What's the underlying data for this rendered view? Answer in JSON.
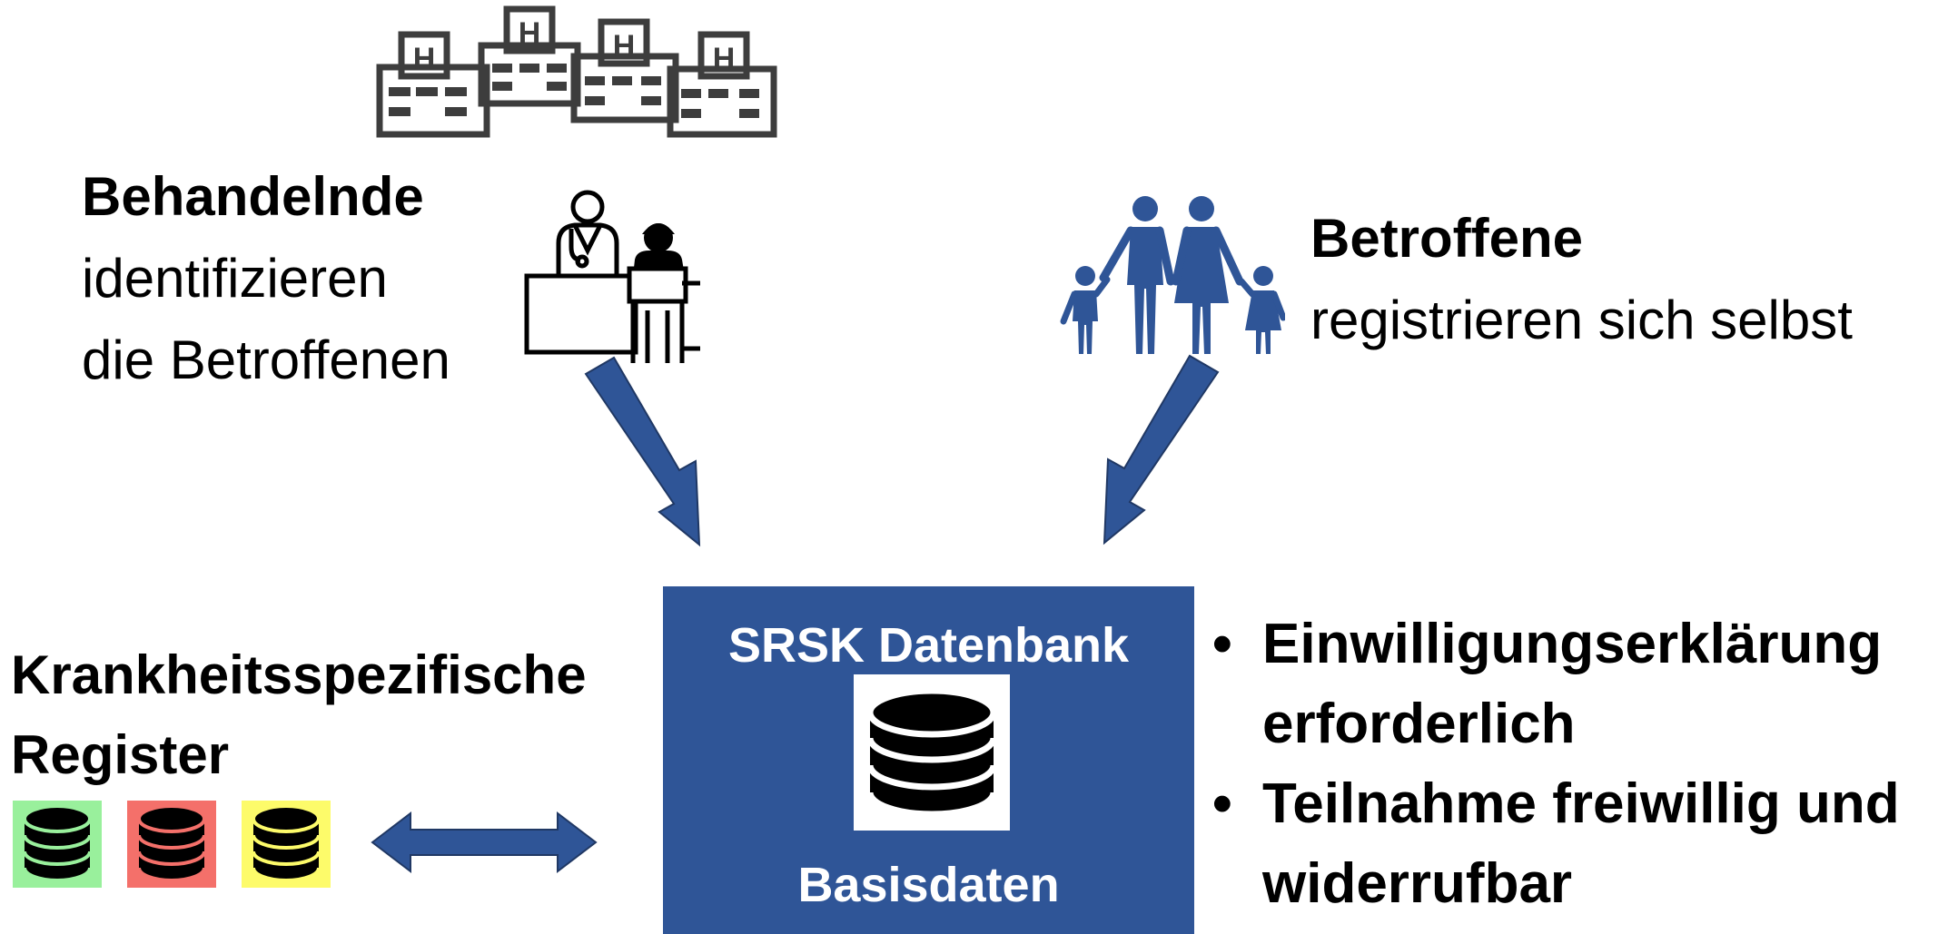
{
  "treating": {
    "title": "Behandelnde",
    "line1": "identifizieren",
    "line2": "die Betroffenen"
  },
  "affected": {
    "title": "Betroffene",
    "line1": "registrieren sich selbst"
  },
  "registries": {
    "line1": "Krankheitsspezifische",
    "line2": "Register",
    "colors": [
      "#99f09c",
      "#f4706a",
      "#fdfb6a"
    ]
  },
  "database": {
    "title": "SRSK Datenbank",
    "subtitle": "Basisdaten",
    "color": "#2f5597"
  },
  "bullets": [
    {
      "line1": "Einwilligungserklärung",
      "line2": "erforderlich"
    },
    {
      "line1": "Teilnahme freiwillig und",
      "line2": "widerrufbar"
    }
  ],
  "icons": {
    "hospitals": "hospital-group-icon",
    "doctor_patient": "doctor-patient-desk-icon",
    "family": "family-icon",
    "database": "database-icon",
    "arrows": "arrow-icon"
  }
}
